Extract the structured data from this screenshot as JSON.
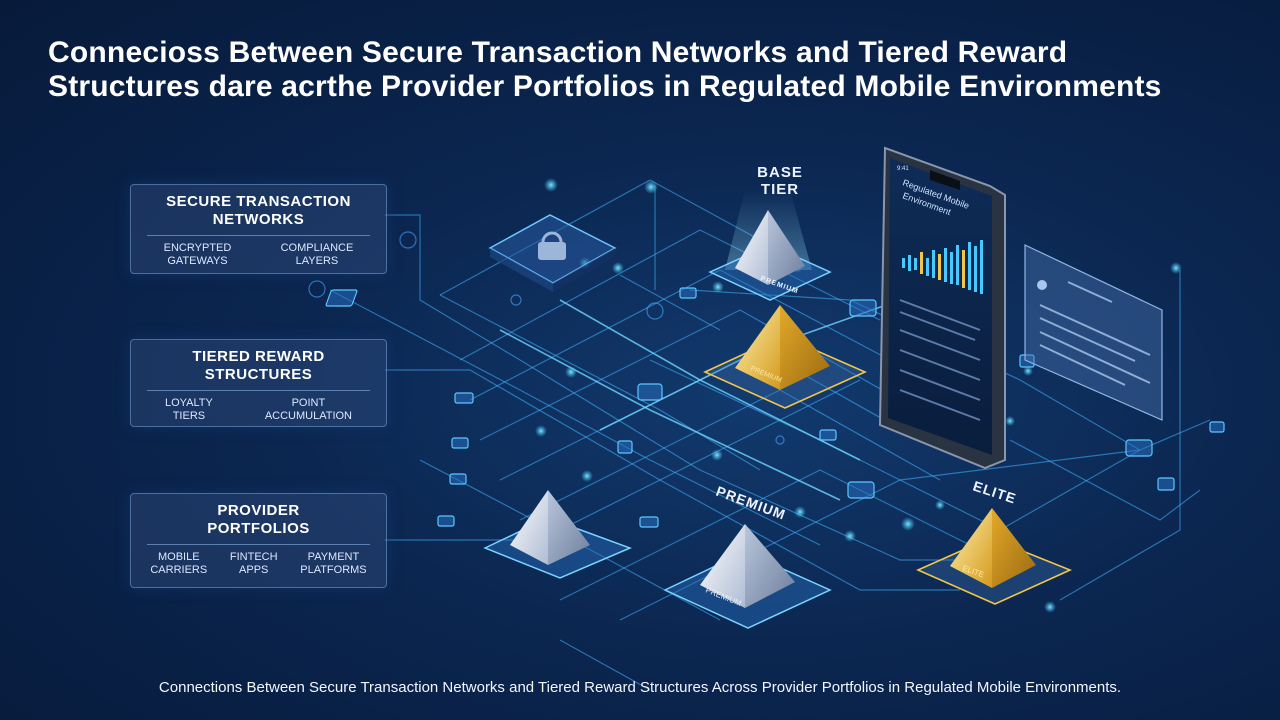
{
  "title": "Connecioss Between Secure Transaction Networks and Tiered Reward Structures dare acrthe Provider Portfolios in Regulated Mobile Environments",
  "caption": "Connections Between Secure Transaction Networks and Tiered Reward Structures Across Provider Portfolios in Regulated Mobile Environments.",
  "panels": [
    {
      "title": "Secure Transaction\nNetworks",
      "items": [
        "Encrypted\nGateways",
        "Compliance\nLayers"
      ]
    },
    {
      "title": "Tiered Reward\nStructures",
      "items": [
        "Loyalty\nTiers",
        "Point\nAccumulation"
      ]
    },
    {
      "title": "Provider\nPortfolios",
      "items": [
        "Mobile\nCarriers",
        "Fintech\nApps",
        "Payment\nPlatforms"
      ]
    }
  ],
  "tiers": {
    "base_label_1": "BASE",
    "base_label_2": "TIER",
    "premium_label": "PREMIUM",
    "elite_label": "ELITE",
    "premium_plate": "PREMIUM",
    "elite_plate": "ELITE"
  },
  "phone": {
    "status": "9:41",
    "screen_title_1": "Regulated Mobile",
    "screen_title_2": "Environment"
  },
  "colors": {
    "accent_cyan": "#39c6ff",
    "gold": "#f3c64a",
    "silver": "#c9d6ea"
  }
}
